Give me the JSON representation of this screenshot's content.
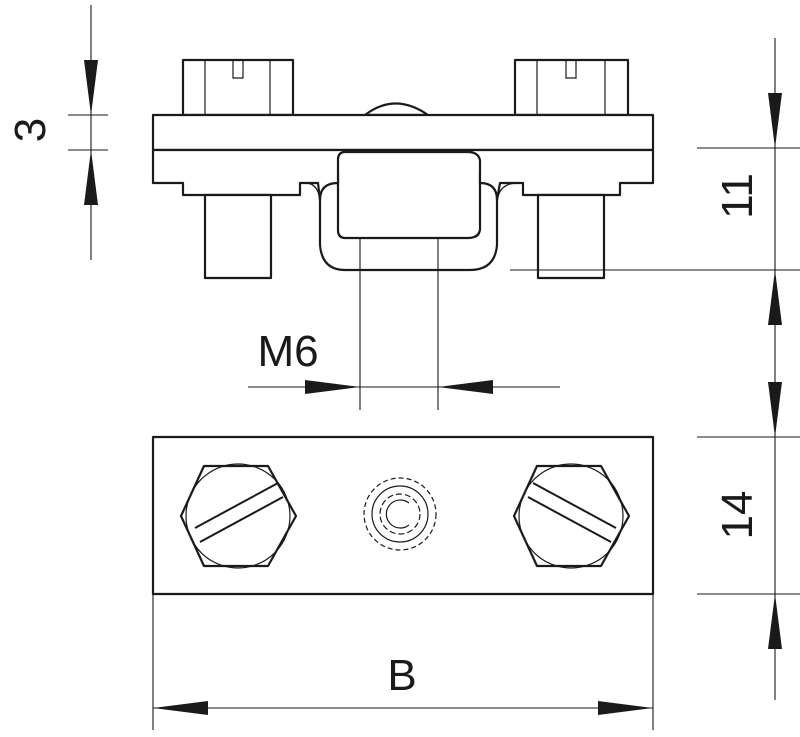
{
  "drawing": {
    "dim_top_plate": "3",
    "dim_height_side": "11",
    "dim_bolt_thread": "M6",
    "dim_plan_depth": "14",
    "dim_width": "B"
  },
  "colors": {
    "line": "#1a1a1a",
    "background": "#ffffff"
  }
}
